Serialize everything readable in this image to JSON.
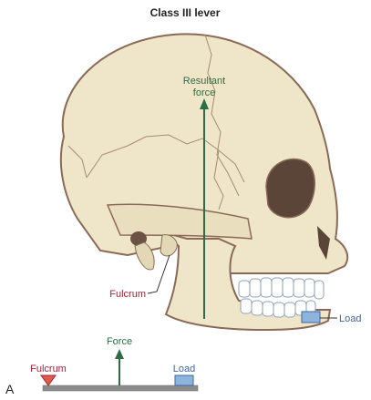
{
  "title": "Class III lever",
  "panel_letter": "A",
  "labels": {
    "resultant_force_line1": "Resultant",
    "resultant_force_line2": "force",
    "fulcrum_skull": "Fulcrum",
    "load_skull": "Load",
    "force_bar": "Force",
    "fulcrum_bar": "Fulcrum",
    "load_bar": "Load"
  },
  "colors": {
    "force_green": "#2f6b45",
    "fulcrum_red": "#a0233a",
    "load_blue": "#3e67a3",
    "bone": "#efe6c9",
    "bone_outline": "#8a6a57",
    "load_box": "#8fb4dc",
    "fulcrum_triangle": "#e05a4a",
    "bar_gray": "#8c8c8c"
  }
}
